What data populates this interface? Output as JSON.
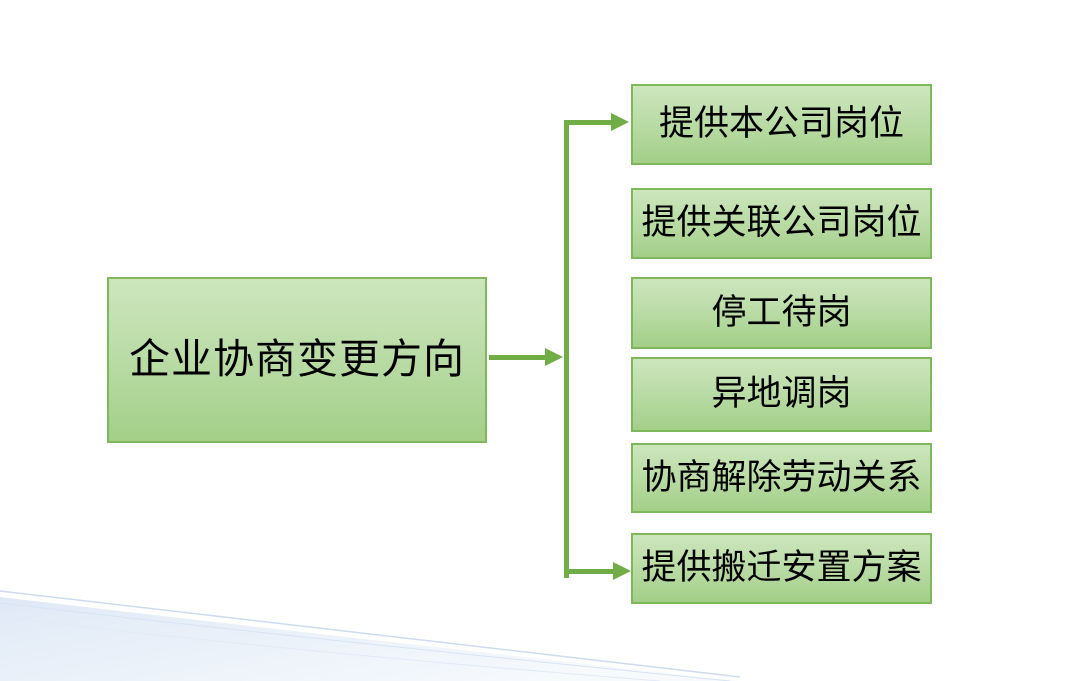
{
  "diagram": {
    "root": {
      "label": "企业协商变更方向"
    },
    "branches": [
      {
        "label": "提供本公司岗位"
      },
      {
        "label": "提供关联公司岗位"
      },
      {
        "label": "停工待岗"
      },
      {
        "label": "异地调岗"
      },
      {
        "label": "协商解除劳动关系"
      },
      {
        "label": "提供搬迁安置方案"
      }
    ]
  },
  "colors": {
    "box_fill_top": "#cde6bd",
    "box_fill_bottom": "#a3cf88",
    "box_border": "#7eb75c",
    "connector": "#70ad47",
    "text": "#000000",
    "background": "#ffffff",
    "wave_fill": "#e7eef9",
    "wave_line": "#ccdbf0"
  }
}
